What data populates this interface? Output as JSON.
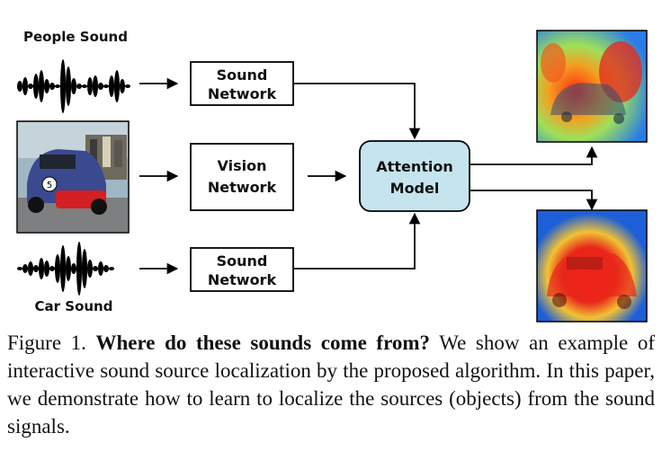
{
  "diagram": {
    "people_label": "People Sound",
    "car_label": "Car Sound",
    "sound_network_top": [
      "Sound",
      "Network"
    ],
    "vision_network": [
      "Vision",
      "Network"
    ],
    "sound_network_bottom": [
      "Sound",
      "Network"
    ],
    "attention_model": [
      "Attention",
      "Model"
    ],
    "colors": {
      "attention_fill": "#c6e4ee",
      "heat_hot": "#e8261b",
      "heat_cool": "#1e5fd8",
      "car_red": "#d41f24",
      "car_blue": "#3b4a8f"
    },
    "images": [
      "car-photo",
      "people-heatmap",
      "car-heatmap"
    ]
  },
  "caption": {
    "prefix": "Figure 1.",
    "title": "Where do these sounds come from?",
    "body": "We show an example of interactive sound source localization by the proposed algorithm. In this paper, we demonstrate how to learn to localize the sources (objects) from the sound signals."
  }
}
